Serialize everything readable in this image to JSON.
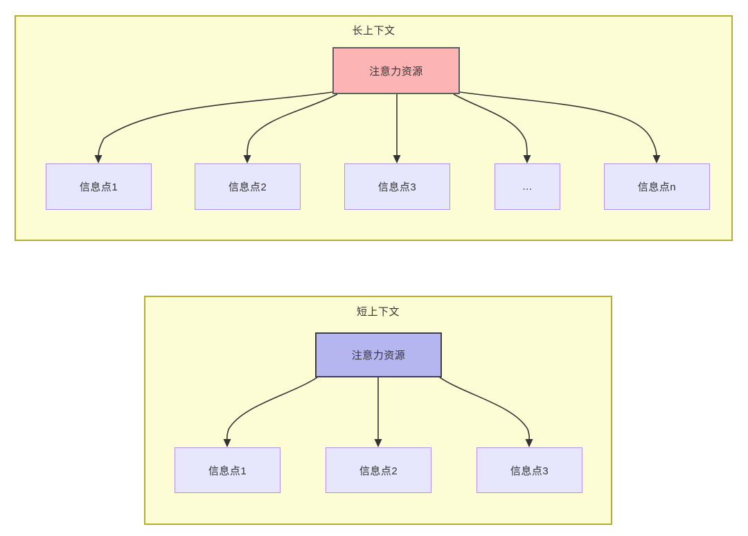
{
  "diagram": {
    "type": "flow-diagram",
    "background_color": "#ffffff",
    "panels": [
      {
        "id": "long-context",
        "title": "长上下文",
        "fill_color": "#fdfdd5",
        "border_color": "#b5ad2b",
        "root": {
          "label": "注意力资源",
          "fill_color": "#fcb4b4",
          "border_color": "#5e5e5e"
        },
        "children": [
          {
            "label": "信息点1",
            "fill_color": "#e6e6fc",
            "border_color": "#b48ee8"
          },
          {
            "label": "信息点2",
            "fill_color": "#e6e6fc",
            "border_color": "#b48ee8"
          },
          {
            "label": "信息点3",
            "fill_color": "#e6e6fc",
            "border_color": "#b48ee8"
          },
          {
            "label": "...",
            "fill_color": "#e6e6fc",
            "border_color": "#b48ee8"
          },
          {
            "label": "信息点n",
            "fill_color": "#e6e6fc",
            "border_color": "#b48ee8"
          }
        ]
      },
      {
        "id": "short-context",
        "title": "短上下文",
        "fill_color": "#fdfdd5",
        "border_color": "#b5ad2b",
        "root": {
          "label": "注意力资源",
          "fill_color": "#b5b5f0",
          "border_color": "#3d3d4e"
        },
        "children": [
          {
            "label": "信息点1",
            "fill_color": "#e6e6fc",
            "border_color": "#b48ee8"
          },
          {
            "label": "信息点2",
            "fill_color": "#e6e6fc",
            "border_color": "#b48ee8"
          },
          {
            "label": "信息点3",
            "fill_color": "#e6e6fc",
            "border_color": "#b48ee8"
          }
        ]
      }
    ],
    "edge_color": "#333333"
  }
}
